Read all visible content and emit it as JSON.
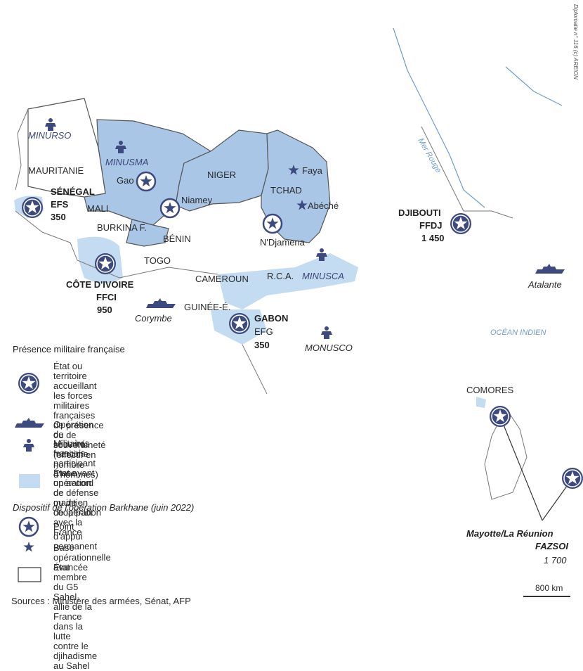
{
  "colors": {
    "partner_fill": "#c3dcf1",
    "g5_fill": "#a9c6e6",
    "marker": "#3d4a80",
    "border": "#555555",
    "water": "#6e9cd0"
  },
  "credit": "Diplomatie n° 116 (c) AREION",
  "water_labels": {
    "red_sea": "Mer Rouge",
    "indian_ocean": "OCÉAN INDIEN"
  },
  "countries": {
    "mauritanie": "MAURITANIE",
    "senegal": "SÉNÉGAL",
    "mali": "MALI",
    "niger": "NIGER",
    "tchad": "TCHAD",
    "burkina": "BURKINA F.",
    "benin": "BÉNIN",
    "togo": "TOGO",
    "cameroun": "CAMEROUN",
    "rca": "R.C.A.",
    "guinee": "GUINÉE-É.",
    "comores": "COMORES"
  },
  "cities": {
    "gao": "Gao",
    "niamey": "Niamey",
    "faya": "Faya",
    "abeche": "Abéché",
    "ndjamena": "N'Djamena"
  },
  "bases": {
    "senegal": {
      "code": "EFS",
      "count": "350"
    },
    "cote": {
      "name": "CÔTE D'IVOIRE",
      "code": "FFCI",
      "count": "950"
    },
    "gabon": {
      "name": "GABON",
      "code": "EFG",
      "count": "350"
    },
    "djibouti": {
      "name": "DJIBOUTI",
      "code": "FFDJ",
      "count": "1 450"
    },
    "mayotte": {
      "name": "Mayotte/La Réunion",
      "code": "FAZSOI",
      "count": "1 700"
    }
  },
  "operations": {
    "minurso": "MINURSO",
    "minusma": "MINUSMA",
    "minusca": "MINUSCA",
    "monusco": "MONUSCO",
    "corymbe": "Corymbe",
    "atalante": "Atalante"
  },
  "scale": "800 km",
  "legend": {
    "title": "Présence militaire française",
    "items": [
      "État ou territoire accueillant les forces\nmilitaires françaises de présence\nou de souveraineté\n(effectif en nombre d'hommes)",
      "Opération de sécurité maritime",
      "Militaires français participant à une\nopération de maintien de la paix",
      "État ayant un accord de défense\nou de coopération avec la France"
    ],
    "barkhane_title": "Dispositif de l'opération Barkhane (juin 2022)",
    "barkhane_items": [
      "Point d'appui permanent",
      "Base opérationnelle avancée",
      "État membre du G5 Sahel, allié de la France\ndans la lutte contre le djihadisme au Sahel"
    ]
  },
  "sources": "Sources : Ministère des armées, Sénat, AFP"
}
